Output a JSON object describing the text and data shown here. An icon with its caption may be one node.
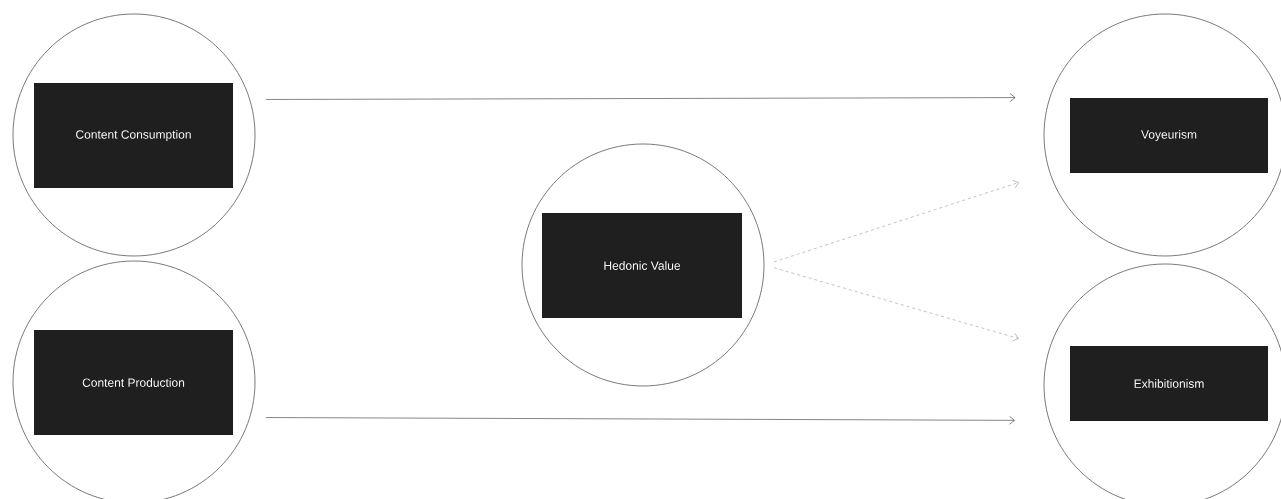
{
  "diagram": {
    "nodes": [
      {
        "text": [
          "Content Consumption"
        ]
      },
      {
        "text": [
          "Content Production"
        ]
      },
      {
        "text": [
          "Hedonic Value"
        ]
      },
      {
        "text": [
          "Voyeurism"
        ]
      },
      {
        "text": [
          "Exhibitionism"
        ]
      }
    ],
    "edges": [
      {
        "from": 0,
        "to": 3,
        "arrow": "to"
      },
      {
        "from": 1,
        "to": 4,
        "arrow": "to"
      },
      {
        "from": 2,
        "to": 3,
        "arrow": "to",
        "style": "dashed",
        "color": "#9a9a9a"
      },
      {
        "from": 2,
        "to": 4,
        "arrow": "to",
        "style": "dashed",
        "color": "#9a9a9a"
      }
    ]
  }
}
